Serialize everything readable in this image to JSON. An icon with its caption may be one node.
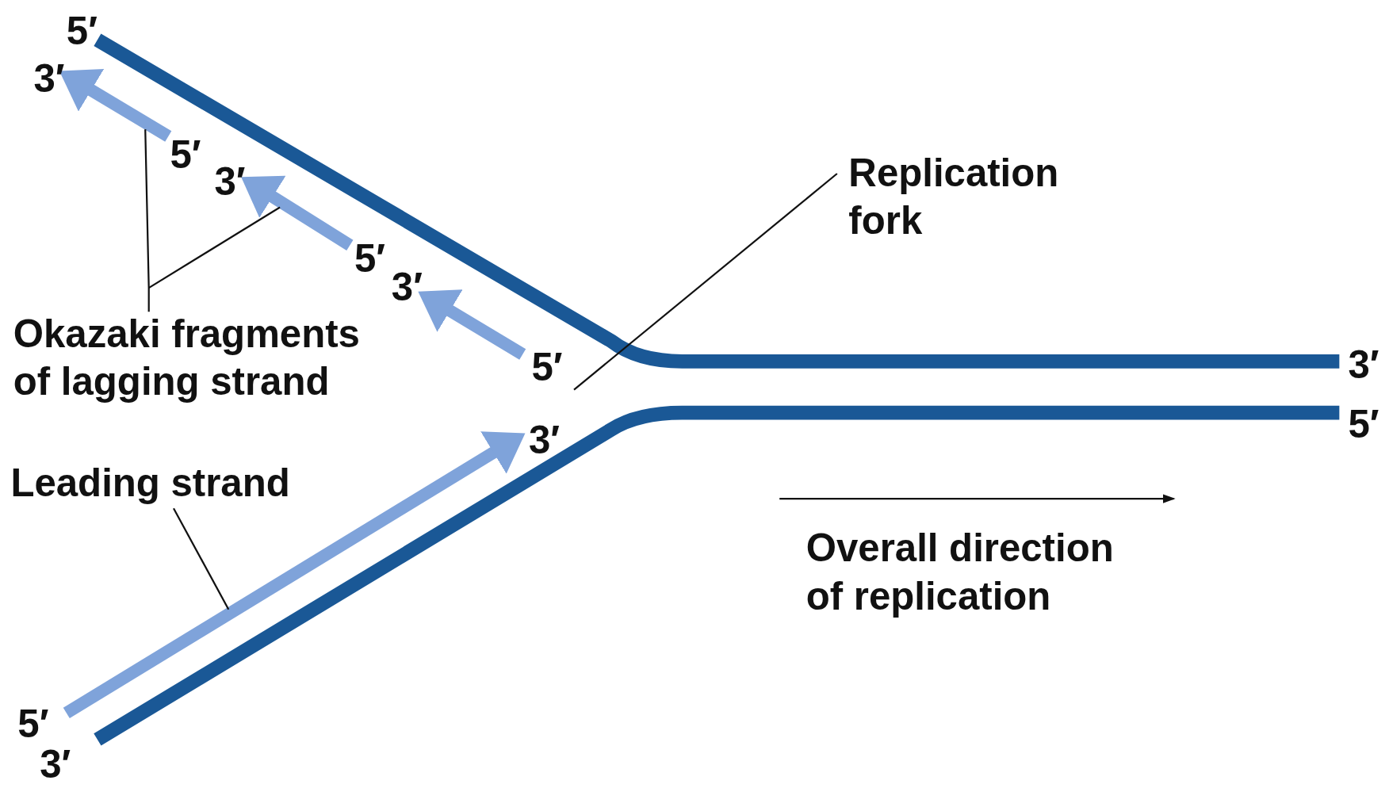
{
  "diagram": {
    "nodes": [
      {
        "text": [
          "Okazaki fragments of lagging strand"
        ]
      },
      {
        "text": [],
        "shape": "bar"
      },
      {
        "text": [],
        "shape": "bar"
      },
      {
        "text": [
          "Replication fork"
        ]
      },
      {
        "text": [
          "Leading strand"
        ]
      },
      {
        "text": [],
        "shape": "bar"
      },
      {
        "text": [],
        "shape": "bar"
      }
    ],
    "edges": [
      {
        "from": 0,
        "to": 1,
        "arrow": "none"
      },
      {
        "from": 0,
        "to": 2,
        "arrow": "none"
      },
      {
        "from": 3,
        "to": null,
        "arrow": "none"
      },
      {
        "from": 4,
        "to": 5,
        "arrow": "none"
      }
    ],
    "labels": [
      "5′",
      "3′",
      "5′",
      "3′",
      "5′",
      "3′",
      "5′",
      "3′",
      "3′",
      "5′",
      "Overall direction of replication",
      "5′",
      "3′"
    ]
  }
}
